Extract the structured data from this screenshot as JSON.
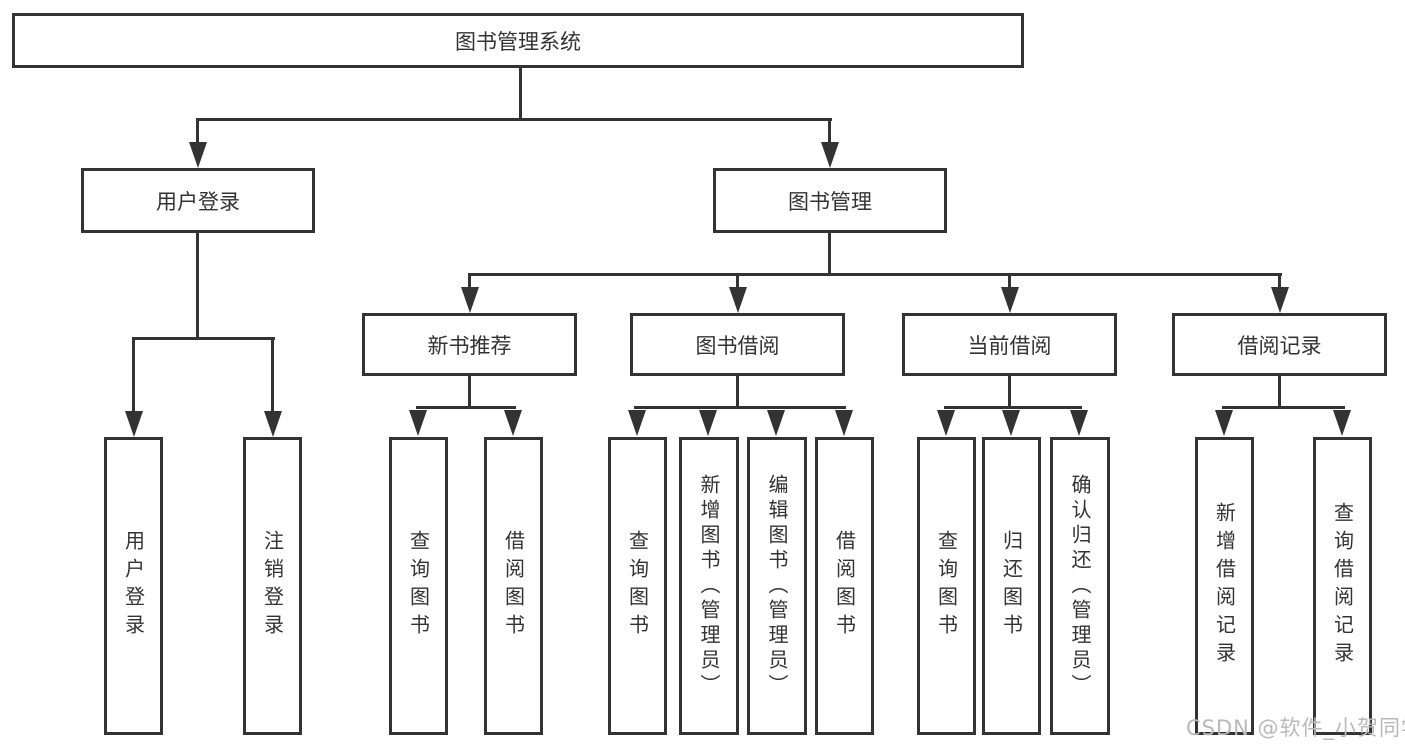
{
  "nodes": {
    "root": "图书管理系统",
    "level2": [
      "用户登录",
      "图书管理"
    ],
    "level3": [
      "新书推荐",
      "图书借阅",
      "当前借阅",
      "借阅记录"
    ],
    "leaves_user_login": [
      "用户登录",
      "注销登录"
    ],
    "leaves_new_book": [
      "查询图书",
      "借阅图书"
    ],
    "leaves_book_borrow": [
      "查询图书",
      "新增图书（管理员）",
      "编辑图书（管理员）",
      "借阅图书"
    ],
    "leaves_current_borrow": [
      "查询图书",
      "归还图书",
      "确认归还（管理员）"
    ],
    "leaves_borrow_record": [
      "新增借阅记录",
      "查询借阅记录"
    ]
  },
  "watermark": "CSDN @软件_小贺同学",
  "colors": {
    "line": "#333333",
    "text": "#333333",
    "background": "#ffffff",
    "watermark": "#b9b9b9"
  }
}
